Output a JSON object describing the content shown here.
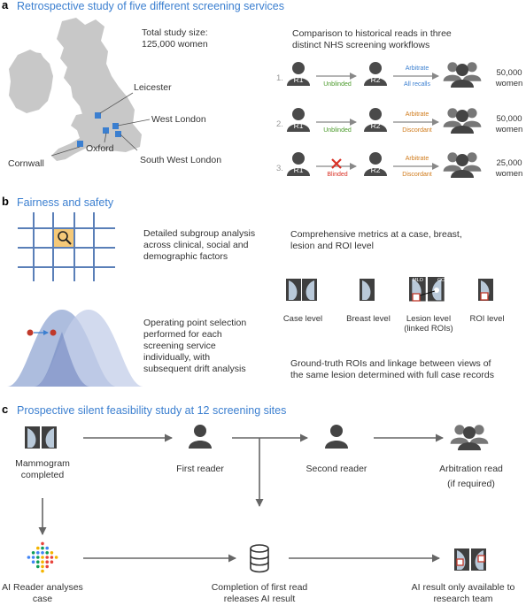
{
  "panel_a": {
    "letter": "a",
    "title": "Retrospective study of five different screening services",
    "study_size_line1": "Total study size:",
    "study_size_line2": "125,000 women",
    "comparison_line1": "Comparison to historical reads in three",
    "comparison_line2": "distinct NHS screening workflows",
    "map_labels": {
      "leicester": "Leicester",
      "west_london": "West London",
      "cornwall": "Cornwall",
      "oxford": "Oxford",
      "south_west_london": "South West London"
    },
    "workflows": [
      {
        "num": "1.",
        "r1": "R1",
        "r2": "R2",
        "link": "Unblinded",
        "arb_top": "Arbitrate",
        "arb_bottom": "All recalls",
        "count": "50,000",
        "unit": "women"
      },
      {
        "num": "2.",
        "r1": "R1",
        "r2": "R2",
        "link": "Unblinded",
        "arb_top": "Arbitrate",
        "arb_bottom": "Discordant",
        "count": "50,000",
        "unit": "women"
      },
      {
        "num": "3.",
        "r1": "R1",
        "r2": "R2",
        "link": "Blinded",
        "arb_top": "Arbitrate",
        "arb_bottom": "Discordant",
        "count": "25,000",
        "unit": "women"
      }
    ]
  },
  "panel_b": {
    "letter": "b",
    "title": "Fairness and safety",
    "subgroup_line1": "Detailed subgroup analysis",
    "subgroup_line2": "across clinical, social and",
    "subgroup_line3": "demographic factors",
    "metrics_line1": "Comprehensive metrics at a case, breast,",
    "metrics_line2": "lesion and ROI level",
    "operating_line1": "Operating point selection",
    "operating_line2": "performed for each",
    "operating_line3": "screening service",
    "operating_line4": "individually, with",
    "operating_line5": "subsequent drift analysis",
    "levels": {
      "case": "Case level",
      "breast": "Breast level",
      "lesion_line1": "Lesion level",
      "lesion_line2": "(linked ROIs)",
      "roi": "ROI level"
    },
    "view_labels": {
      "mlo": "MLO",
      "cc": "CC"
    },
    "ground_truth_line1": "Ground-truth ROIs and linkage between views of",
    "ground_truth_line2": "the same lesion determined with full case records"
  },
  "panel_c": {
    "letter": "c",
    "title": "Prospective silent feasibility study at 12 screening sites",
    "mammogram_line1": "Mammogram",
    "mammogram_line2": "completed",
    "first_reader": "First reader",
    "second_reader": "Second reader",
    "arbitration_line1": "Arbitration read",
    "arbitration_line2": "(if required)",
    "ai_reader_line1": "AI Reader analyses",
    "ai_reader_line2": "case",
    "completion_line1": "Completion of first read",
    "completion_line2": "releases AI result",
    "ai_result_line1": "AI result only available to",
    "ai_result_line2": "research team"
  },
  "colors": {
    "accent_blue": "#3b7fd0",
    "map_gray": "#c8c8c8",
    "person_dark": "#4a4a4a",
    "green_label": "#4a9a2a",
    "orange_label": "#d07a1a",
    "blinded_red": "#d93025",
    "grid_blue": "#5a7fb8",
    "grid_highlight": "#f5c978"
  }
}
